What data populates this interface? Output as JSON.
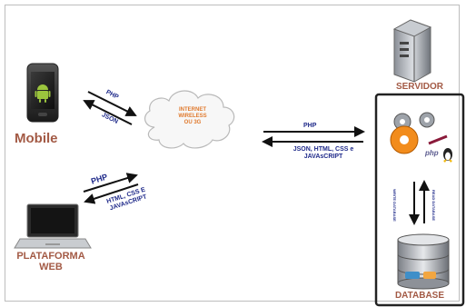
{
  "nodes": {
    "mobile": "Mobile",
    "web": "PLATAFORMA\nWEB",
    "cloud": "INTERNET\nWIRELESS\nOU 3G",
    "server": "SERVIDOR",
    "database": "DATABASE"
  },
  "labels": {
    "mobile_to_cloud": "PHP",
    "cloud_to_mobile": "JSON",
    "web_to_cloud": "PHP",
    "cloud_to_web": "HTML, CSS E\nJAVAsCRIPT",
    "cloud_to_server": "PHP",
    "server_to_cloud": "JSON, HTML, CSS e\nJAVAsCRIPT",
    "write_db": "WRITE DATABASE",
    "read_db": "READ DATABASE",
    "php_logo": "php"
  },
  "colors": {
    "node_label": "#a35a45",
    "arrow_label": "#1f2a8a",
    "cloud_text": "#e07a2e",
    "database_label": "#a35a45"
  }
}
